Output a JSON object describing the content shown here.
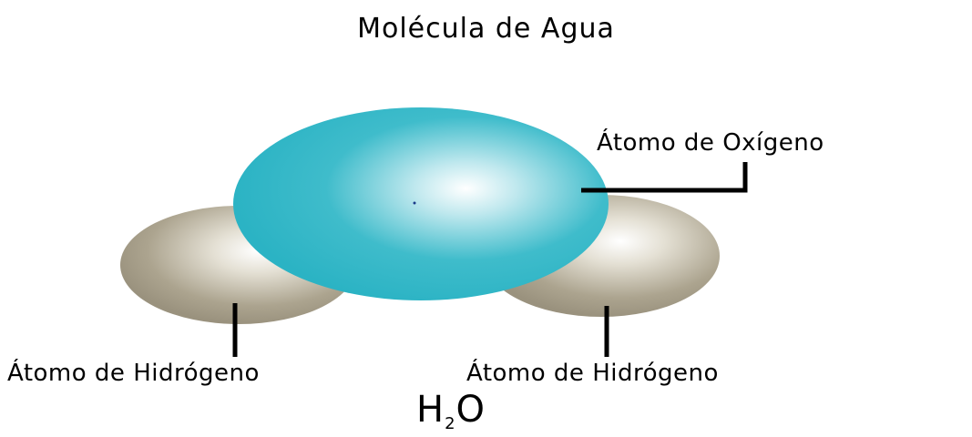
{
  "title": "Molécula de Agua",
  "labels": {
    "oxygen": "Átomo de Oxígeno",
    "hydrogen_left": "Átomo de Hidrógeno",
    "hydrogen_right": "Átomo de Hidrógeno"
  },
  "formula": {
    "base": "H",
    "subscript": "2",
    "suffix": "O"
  },
  "colors": {
    "oxygen": "#2bb3c4",
    "hydrogen": "#9a927e",
    "leader_lines": "#000000"
  }
}
